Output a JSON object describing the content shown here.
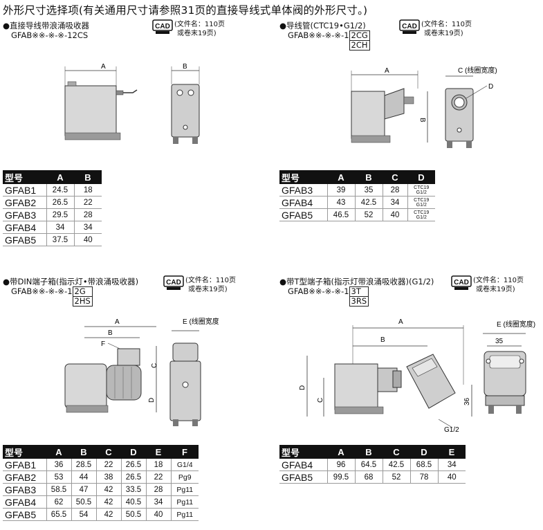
{
  "page_title": "外形尺寸选择项(有关通用尺寸请参照31页的直接导线式单体阀的外形尺寸。)",
  "cad": {
    "label": "CAD",
    "note_line1": "(文件名：110页",
    "note_line2": "或卷末19页)"
  },
  "sections": [
    {
      "id": "s1",
      "label": "●直接导线带浪涌吸收器",
      "model_prefix": "GFAB※※-※-※-12CS",
      "options": [],
      "dims": {
        "A": "A",
        "B": "B"
      },
      "table": {
        "headers": [
          "型号",
          "A",
          "B"
        ],
        "rows": [
          [
            "GFAB1",
            "24.5",
            "18"
          ],
          [
            "GFAB2",
            "26.5",
            "22"
          ],
          [
            "GFAB3",
            "29.5",
            "28"
          ],
          [
            "GFAB4",
            "34",
            "34"
          ],
          [
            "GFAB5",
            "37.5",
            "40"
          ]
        ]
      }
    },
    {
      "id": "s2",
      "label": "●导线管(CTC19•G1/2)",
      "model_prefix": "GFAB※※-※-※-1",
      "options": [
        "2CG",
        "2CH"
      ],
      "dims": {
        "A": "A",
        "B": "B",
        "C": "C (线圈宽度)",
        "D": "D"
      },
      "table": {
        "headers": [
          "型号",
          "A",
          "B",
          "C",
          "D"
        ],
        "rows": [
          [
            "GFAB3",
            "39",
            "35",
            "28",
            [
              "CTC19",
              "G1/2"
            ]
          ],
          [
            "GFAB4",
            "43",
            "42.5",
            "34",
            [
              "CTC19",
              "G1/2"
            ]
          ],
          [
            "GFAB5",
            "46.5",
            "52",
            "40",
            [
              "CTC19",
              "G1/2"
            ]
          ]
        ]
      }
    },
    {
      "id": "s3",
      "label": "●带DIN端子箱(指示灯•带浪涌吸收器)",
      "model_prefix": "GFAB※※-※-※-1",
      "options": [
        "2G",
        "2HS"
      ],
      "dims": {
        "A": "A",
        "B": "B",
        "C": "C",
        "D": "D",
        "E": "E (线圈宽度)",
        "F": "F"
      },
      "table": {
        "headers": [
          "型号",
          "A",
          "B",
          "C",
          "D",
          "E",
          "F"
        ],
        "rows": [
          [
            "GFAB1",
            "36",
            "28.5",
            "22",
            "26.5",
            "18",
            "G1/4"
          ],
          [
            "GFAB2",
            "53",
            "44",
            "38",
            "26.5",
            "22",
            "Pg9"
          ],
          [
            "GFAB3",
            "58.5",
            "47",
            "42",
            "33.5",
            "28",
            "Pg11"
          ],
          [
            "GFAB4",
            "62",
            "50.5",
            "42",
            "40.5",
            "34",
            "Pg11"
          ],
          [
            "GFAB5",
            "65.5",
            "54",
            "42",
            "50.5",
            "40",
            "Pg11"
          ]
        ]
      }
    },
    {
      "id": "s4",
      "label": "●带T型端子箱(指示灯带浪涌吸收器)(G1/2)",
      "model_prefix": "GFAB※※-※-※-1",
      "options": [
        "3T",
        "3RS"
      ],
      "dims": {
        "A": "A",
        "B": "B",
        "C": "C",
        "D": "D",
        "E": "E (线圈宽度)",
        "w35": "35",
        "h36": "36",
        "g12": "G1/2"
      },
      "table": {
        "headers": [
          "型号",
          "A",
          "B",
          "C",
          "D",
          "E"
        ],
        "rows": [
          [
            "GFAB4",
            "96",
            "64.5",
            "42.5",
            "68.5",
            "34"
          ],
          [
            "GFAB5",
            "99.5",
            "68",
            "52",
            "78",
            "40"
          ]
        ]
      }
    }
  ]
}
